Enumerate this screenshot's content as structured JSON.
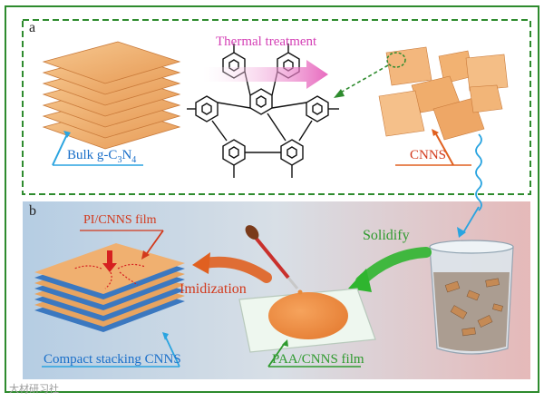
{
  "panel_a": {
    "letter": "a",
    "thermal_label": "Thermal treatment",
    "bulk_label": "Bulk g-C",
    "bulk_sub3": "3",
    "bulk_mid": "N",
    "bulk_sub4": "4",
    "cnns_label": "CNNS"
  },
  "panel_b": {
    "letter": "b",
    "pi_film_label": "PI/CNNS film",
    "imidization_label": "Imidization",
    "solidify_label": "Solidify",
    "compact_label": "Compact stacking CNNS",
    "paa_label": "PAA/CNNS film"
  },
  "watermark": {
    "text": "大材研习社"
  },
  "colors": {
    "frame_green": "#2e8b2e",
    "sheet_orange": "#f0b070",
    "arrow_blue": "#2aa4e0",
    "arrow_red": "#e06020",
    "arrow_green": "#2fb52f"
  }
}
